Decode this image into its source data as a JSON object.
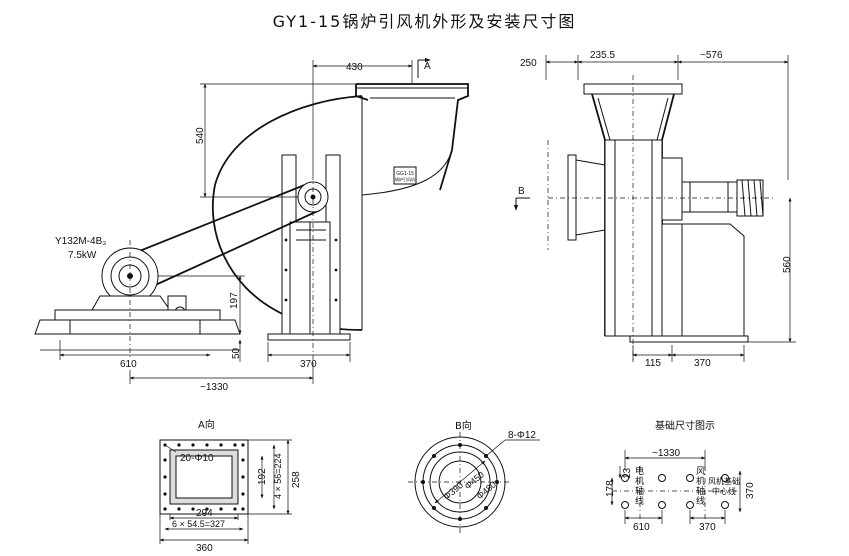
{
  "title": "GY1-15锅炉引风机外形及安装尺寸图",
  "front_view": {
    "dim_430": "430",
    "flag_a": "A",
    "dim_540": "540",
    "motor_model": "Y132M-4B₃",
    "motor_power": "7.5kW",
    "nameplate_l1": "GG1-15",
    "nameplate_l2": "锅炉引风机",
    "dim_197": "197",
    "dim_50": "50",
    "dim_610": "610",
    "dim_370": "370",
    "dim_1330": "~1330"
  },
  "side_view": {
    "dim_250": "250",
    "dim_235": "235.5",
    "dim_576": "~576",
    "flag_b": "B",
    "dim_560": "560",
    "dim_115": "115",
    "dim_370": "370"
  },
  "view_a": {
    "title": "A向",
    "holes": "20-Φ10",
    "dim_192": "192",
    "dim_4x56": "4 × 56=224",
    "dim_258": "258",
    "dim_294": "294",
    "dim_6x54": "6 × 54.5=327",
    "dim_360": "360"
  },
  "view_b": {
    "title": "B向",
    "holes": "8-Φ12",
    "d_390": "Φ390",
    "d_450": "Φ450",
    "d_480": "Φ480"
  },
  "foundation": {
    "title": "基础尺寸图示",
    "dim_1330": "~1330",
    "dim_13": "13",
    "dim_178": "178",
    "dim_370_v": "370",
    "dim_610": "610",
    "dim_370_h": "370",
    "motor_axis": [
      "电",
      "机",
      "轴",
      "线"
    ],
    "fan_axis": [
      "风",
      "机",
      "轴",
      "线"
    ],
    "foundation_center": [
      "风机基础",
      "中心线"
    ]
  }
}
